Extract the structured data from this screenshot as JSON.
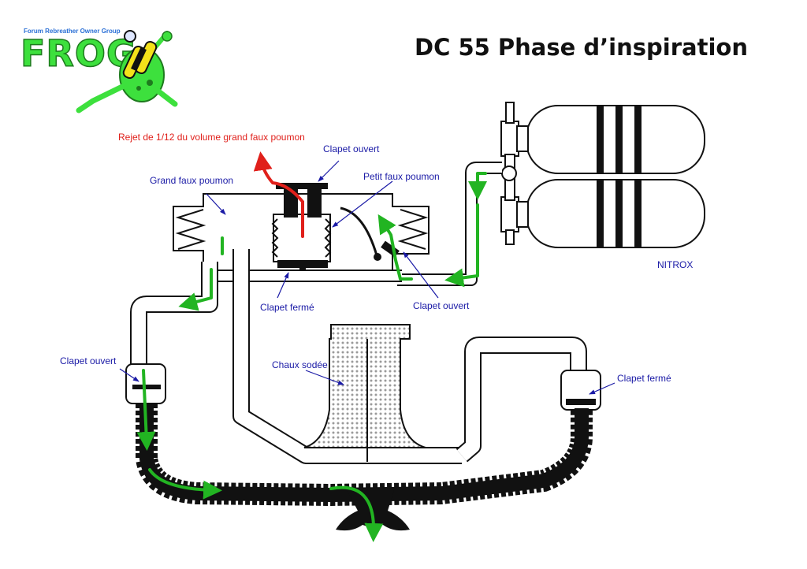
{
  "title": "DC 55 Phase d’inspiration",
  "logo": {
    "tagline": "Forum Rebreather Owner Group",
    "name": "FROG",
    "icon": "frog-diver-icon"
  },
  "labels": {
    "reject": "Rejet de 1/12 du volume grand faux poumon",
    "clapet_top": "Clapet ouvert",
    "grand_faux_poumon": "Grand faux poumon",
    "petit_faux_poumon": "Petit faux poumon",
    "clapet_ferme_center": "Clapet fermé",
    "clapet_ouvert_right": "Clapet ouvert",
    "nitrox": "NITROX",
    "clapet_ouvert_left": "Clapet ouvert",
    "chaux_sodee": "Chaux sodée",
    "clapet_ferme_right": "Clapet fermé"
  },
  "colors": {
    "label_blue": "#1a1aa6",
    "reject_red": "#e0201b",
    "flow_green": "#22b422",
    "hose_black": "#111111",
    "logo_green": "#3de03d"
  }
}
